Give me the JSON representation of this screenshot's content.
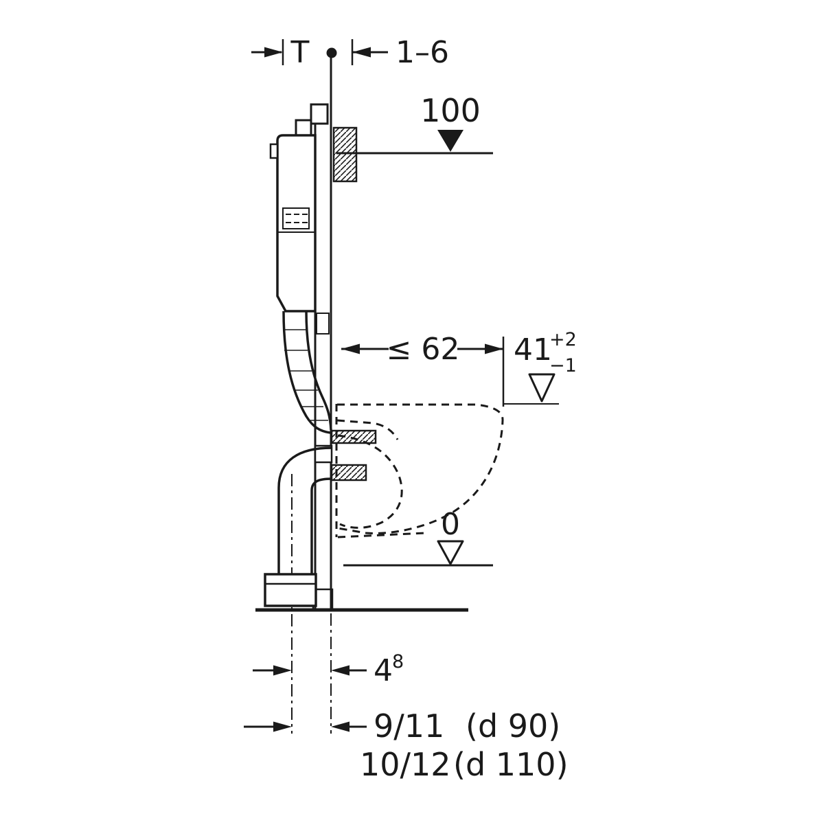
{
  "diagram": {
    "type": "technical-installation-drawing",
    "subject": "wall-hung WC concealed cistern frame, side section with installation dimensions",
    "colors": {
      "line": "#1a1a1a",
      "background": "#ffffff"
    },
    "labels": {
      "t": "T",
      "wall_range": "1–6",
      "h100": "100",
      "depth62": "≤ 62",
      "h41": "41",
      "h41_plus": "+2",
      "h41_minus": "−1",
      "zero": "0",
      "offset4": "4",
      "offset4_sup": "8",
      "row_d90_value": "9/11",
      "row_d90_pipe": "(d 90)",
      "row_d110_value": "10/12",
      "row_d110_pipe": "(d 110)"
    }
  }
}
